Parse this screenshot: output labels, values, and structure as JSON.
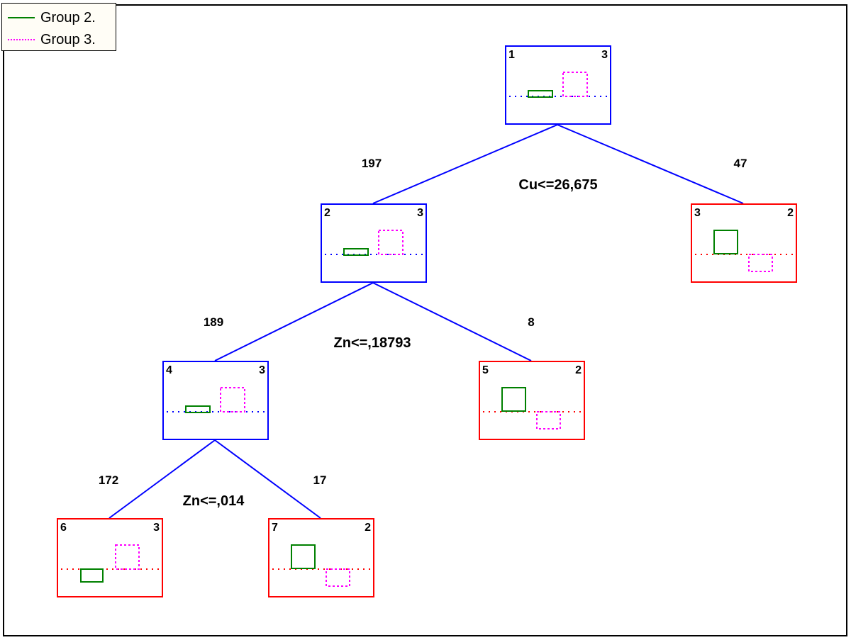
{
  "legend": {
    "items": [
      {
        "label": "Group 2.",
        "color": "#008000",
        "style": "solid"
      },
      {
        "label": "Group 3.",
        "color": "#ff00ff",
        "style": "dotted"
      }
    ]
  },
  "colors": {
    "split_node": "#0000ff",
    "terminal_node": "#ff0000",
    "edge": "#0000ff"
  },
  "nodes": [
    {
      "id": "1",
      "class": "3",
      "kind": "split",
      "group2_count": 2,
      "group3_count": 3
    },
    {
      "id": "2",
      "class": "3",
      "kind": "split",
      "group2_count": 2,
      "group3_count": 3
    },
    {
      "id": "3",
      "class": "2",
      "kind": "terminal",
      "group2_count": 2,
      "group3_count": 1
    },
    {
      "id": "4",
      "class": "3",
      "kind": "split",
      "group2_count": 2,
      "group3_count": 3
    },
    {
      "id": "5",
      "class": "2",
      "kind": "terminal",
      "group2_count": 2,
      "group3_count": 1
    },
    {
      "id": "6",
      "class": "3",
      "kind": "terminal",
      "group2_count": 2,
      "group3_count": 3
    },
    {
      "id": "7",
      "class": "2",
      "kind": "terminal",
      "group2_count": 2,
      "group3_count": 1
    }
  ],
  "splits": [
    {
      "node": "1",
      "condition": "Cu<=26,675",
      "left_child": "2",
      "right_child": "3",
      "left_n": "197",
      "right_n": "47"
    },
    {
      "node": "2",
      "condition": "Zn<=,18793",
      "left_child": "4",
      "right_child": "5",
      "left_n": "189",
      "right_n": "8"
    },
    {
      "node": "4",
      "condition": "Zn<=,014",
      "left_child": "6",
      "right_child": "7",
      "left_n": "172",
      "right_n": "17"
    }
  ]
}
